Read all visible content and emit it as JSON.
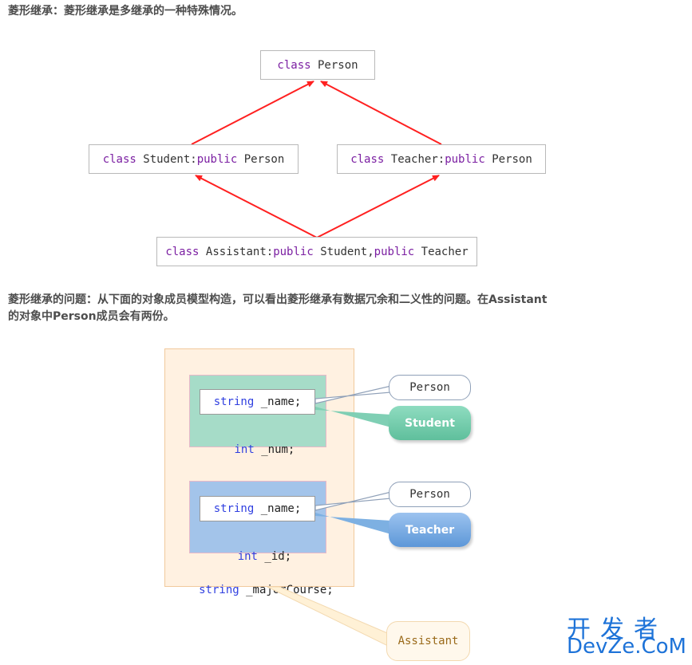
{
  "heading1": "菱形继承：菱形继承是多继承的一种特殊情况。",
  "heading2_line1": "菱形继承的问题：从下面的对象成员模型构造，可以看出菱形继承有数据冗余和二义性的问题。在Assistant",
  "heading2_line2": "的对象中Person成员会有两份。",
  "hierarchy": {
    "person": {
      "kw": "class",
      "name": " Person"
    },
    "student": {
      "kw": "class",
      "name": " Student:",
      "kw2": "public",
      "base": " Person"
    },
    "teacher": {
      "kw": "class",
      "name": " Teacher:",
      "kw2": "public",
      "base": " Person"
    },
    "assistant": {
      "kw": "class",
      "name": " Assistant:",
      "kw2": "public",
      "mid": " Student,",
      "kw3": "public",
      "base": " Teacher"
    }
  },
  "model": {
    "student_block": {
      "field_type": "string",
      "field_name": " _name;",
      "own_type": "int",
      "own_name": " _num;"
    },
    "teacher_block": {
      "field_type": "string",
      "field_name": " _name;",
      "own_type": "int",
      "own_name": " _id;"
    },
    "assistant_field_type": "string",
    "assistant_field_name": " _majorCourse;",
    "labels": {
      "person_1": "Person",
      "student": "Student",
      "person_2": "Person",
      "teacher": "Teacher",
      "assistant": "Assistant"
    }
  },
  "watermark": {
    "cn": "开发者",
    "en": "DevZe.CoM"
  },
  "colors": {
    "arrow": "#ff2020",
    "student_green": "#a6dcc8",
    "teacher_blue": "#a3c4ea",
    "assistant_bg": "#fff1e1"
  }
}
